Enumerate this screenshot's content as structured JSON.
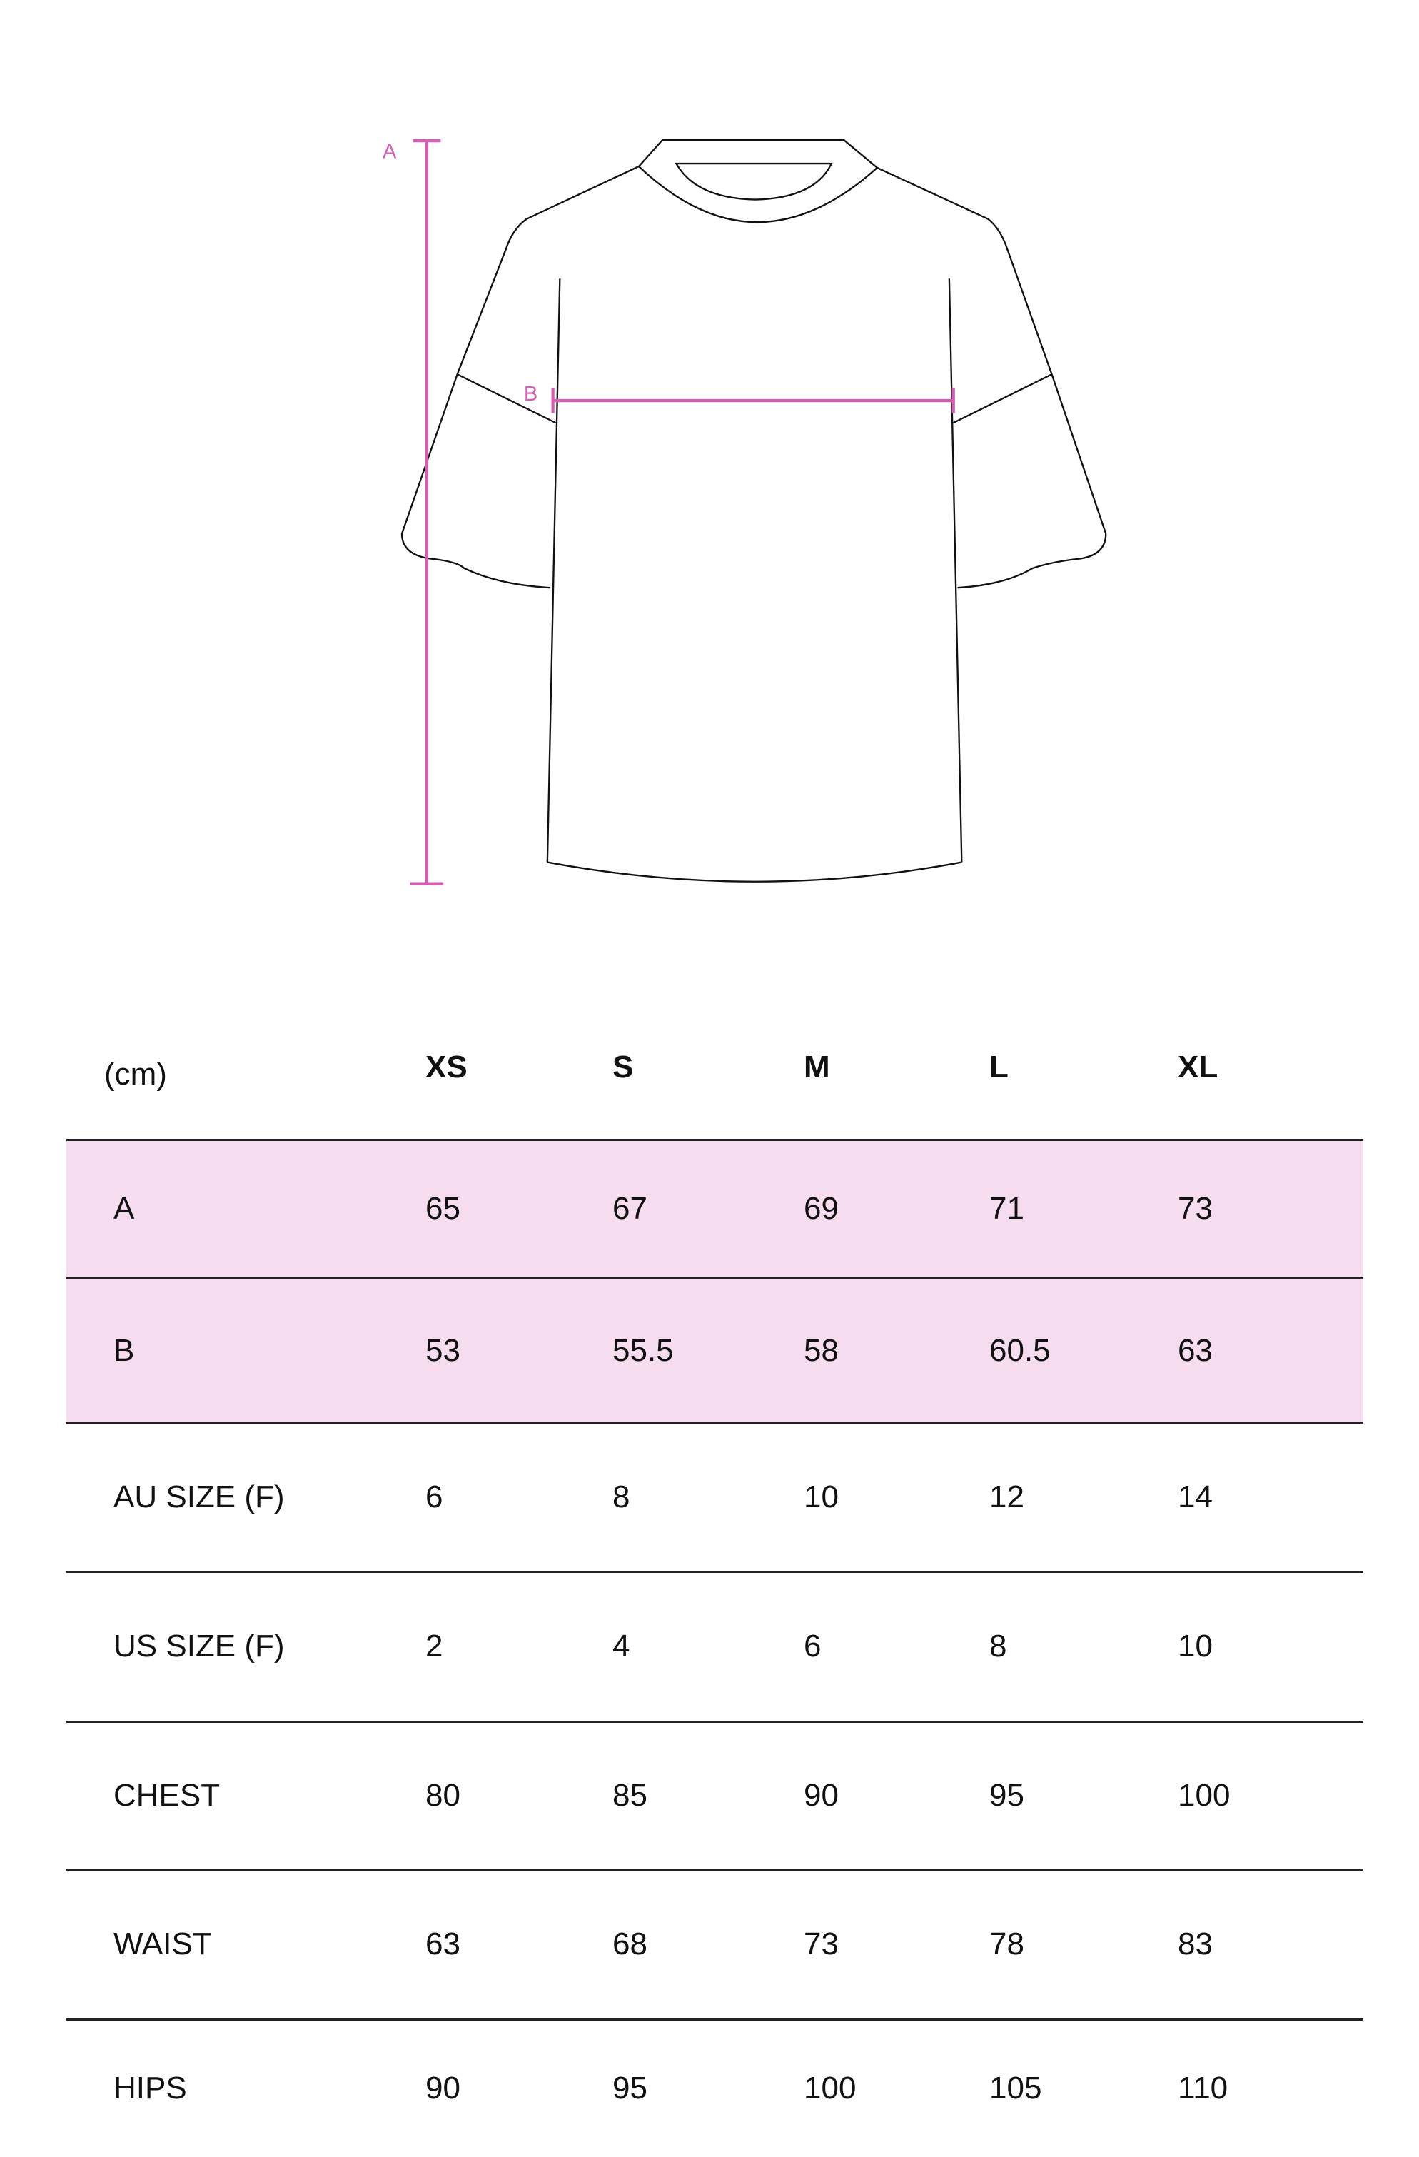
{
  "colors": {
    "accent": "#d65db1",
    "highlight": "#f5dcee",
    "outline": "#111111"
  },
  "diagram": {
    "label_a": "A",
    "label_b": "B"
  },
  "table": {
    "unit": "(cm)",
    "sizes": [
      "XS",
      "S",
      "M",
      "L",
      "XL"
    ],
    "rows": [
      {
        "label": "A",
        "values": [
          "65",
          "67",
          "69",
          "71",
          "73"
        ],
        "highlight": true
      },
      {
        "label": "B",
        "values": [
          "53",
          "55.5",
          "58",
          "60.5",
          "63"
        ],
        "highlight": true
      },
      {
        "label": "AU SIZE (F)",
        "values": [
          "6",
          "8",
          "10",
          "12",
          "14"
        ],
        "highlight": false
      },
      {
        "label": "US SIZE (F)",
        "values": [
          "2",
          "4",
          "6",
          "8",
          "10"
        ],
        "highlight": false
      },
      {
        "label": "CHEST",
        "values": [
          "80",
          "85",
          "90",
          "95",
          "100"
        ],
        "highlight": false
      },
      {
        "label": "WAIST",
        "values": [
          "63",
          "68",
          "73",
          "78",
          "83"
        ],
        "highlight": false
      },
      {
        "label": "HIPS",
        "values": [
          "90",
          "95",
          "100",
          "105",
          "110"
        ],
        "highlight": false
      }
    ]
  }
}
